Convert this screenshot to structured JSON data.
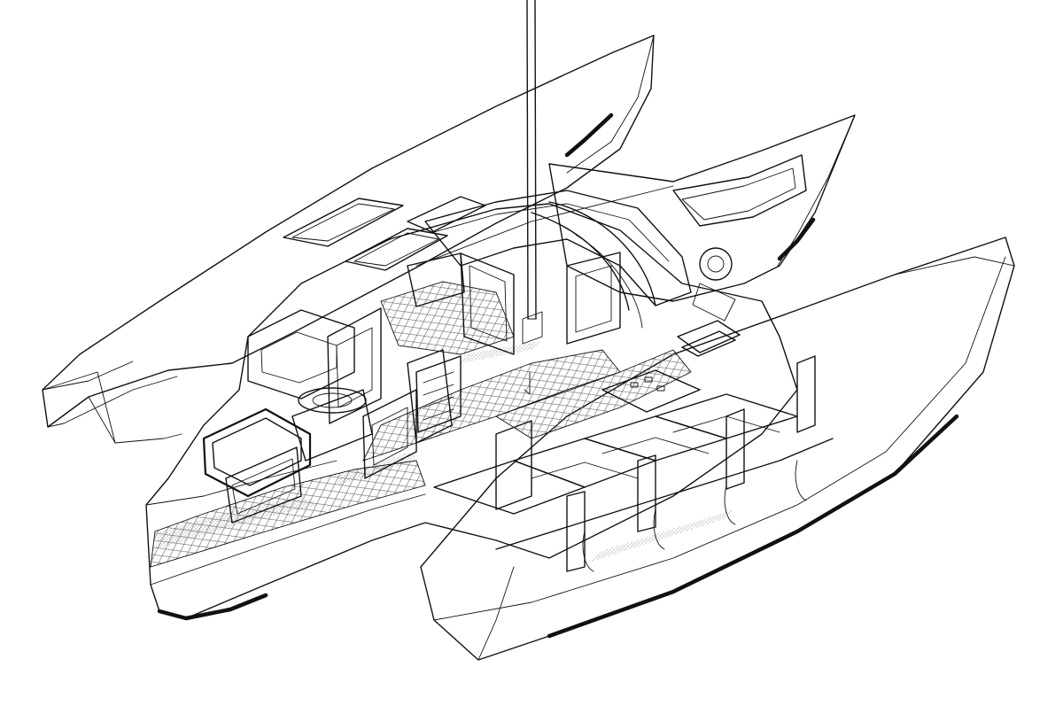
{
  "drawing": {
    "subject": "trimaran-cutaway",
    "style": "black-ink line art",
    "colors": {
      "ink": "#111111",
      "paper": "#ffffff",
      "stipple": "#555555"
    },
    "parts": [
      "mast",
      "port-ama",
      "starboard-ama",
      "main-hull",
      "cockpit",
      "cabin-top",
      "bulkheads",
      "berths",
      "hatches",
      "companionway",
      "cabin-sole"
    ]
  }
}
